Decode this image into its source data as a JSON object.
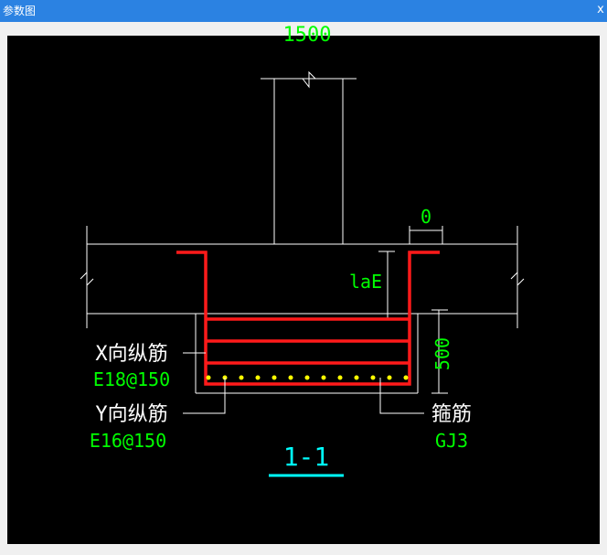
{
  "window": {
    "title": "参数图",
    "close_glyph": "x"
  },
  "drawing": {
    "top_dimension_partial": "1500",
    "cover_dimension": "0",
    "anchorage_label": "laE",
    "depth_dimension": "500",
    "x_rebar_label": "X向纵筋",
    "x_rebar_value": "E18@150",
    "y_rebar_label": "Y向纵筋",
    "y_rebar_value": "E16@150",
    "stirrup_label": "箍筋",
    "stirrup_value": "GJ3",
    "section_label": "1-1"
  },
  "colors": {
    "titlebar": "#2b82e2",
    "canvas": "#000000",
    "linework": "#ffffff",
    "rebar": "#ff1a1a",
    "dots": "#ffff00",
    "value_text": "#00ff00",
    "section_text": "#00ffff"
  }
}
